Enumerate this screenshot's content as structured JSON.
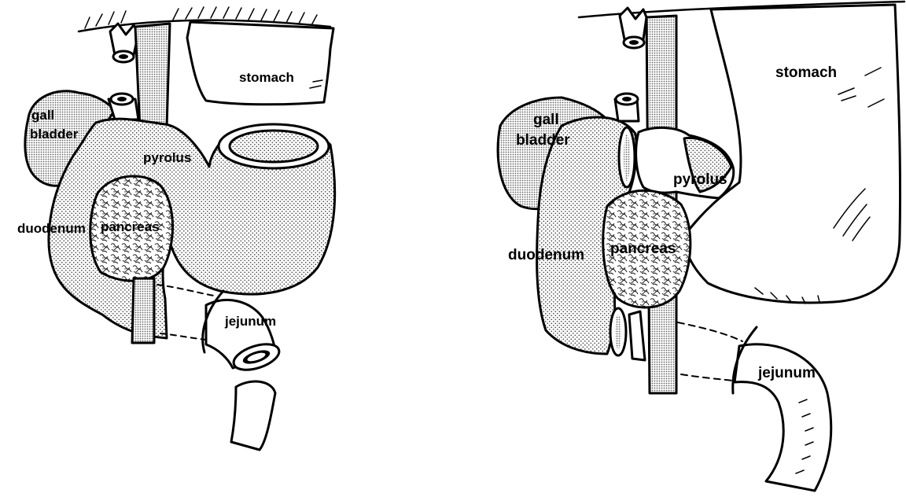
{
  "panels": [
    {
      "id": "before",
      "labels": {
        "stomach": "stomach",
        "gall": "gall",
        "bladder": "bladder",
        "pyrolus": "pyrolus",
        "duodenum": "duodenum",
        "pancreas": "pancreas",
        "jejunum": "jejunum"
      }
    },
    {
      "id": "after",
      "labels": {
        "stomach": "stomach",
        "gall": "gall",
        "bladder": "bladder",
        "pyrolus": "pyrolus",
        "duodenum": "duodenum",
        "pancreas": "pancreas",
        "jejunum": "jejunum"
      }
    }
  ],
  "colors": {
    "ink": "#000000",
    "paper": "#ffffff",
    "stipple": "#9a9a9a"
  }
}
